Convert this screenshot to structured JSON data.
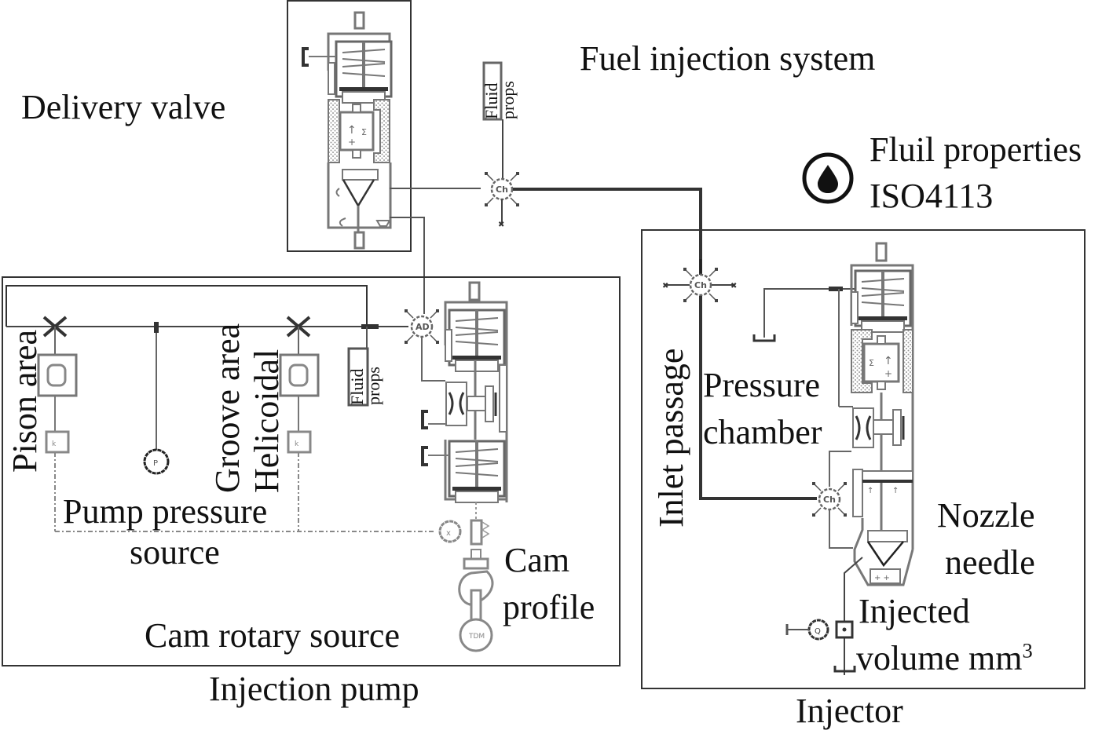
{
  "title": "Fuel injection system",
  "labels": {
    "delivery_valve": "Delivery valve",
    "fuel_injection_system": "Fuel injection system",
    "fluid_properties_line1": "Fluil properties",
    "fluid_properties_line2": "ISO4113",
    "fluid_props_top_line1": "Fluid",
    "fluid_props_top_line2": "props",
    "fluid_props_pump_line1": "Fluid",
    "fluid_props_pump_line2": "props",
    "pison_area": "Pison area",
    "groove_area": "Groove area",
    "helicoidal": "Helicoidal",
    "pump_pressure_line1": "Pump pressure",
    "pump_pressure_line2": "source",
    "cam_profile_line1": "Cam",
    "cam_profile_line2": "profile",
    "cam_rotary_source": "Cam rotary source",
    "injection_pump": "Injection pump",
    "inlet_passage": "Inlet passage",
    "pressure_chamber_line1": "Pressure",
    "pressure_chamber_line2": "chamber",
    "nozzle_needle_line1": "Nozzle",
    "nozzle_needle_line2": "needle",
    "injected_volume_line1": "Injected",
    "injected_volume_line2": "volume mm",
    "injected_volume_sup": "3",
    "injector": "Injector"
  },
  "icons": {
    "chamber_symbol": "Ch",
    "pump_chamber_symbol": "AD",
    "motor_symbol": "TDM",
    "pressure_gauge_symbol": "P",
    "fluid_drop": "droplet-icon"
  },
  "colors": {
    "line": "#333333",
    "component": "#777777",
    "hatch": "#9a9a9a",
    "text": "#111111"
  }
}
